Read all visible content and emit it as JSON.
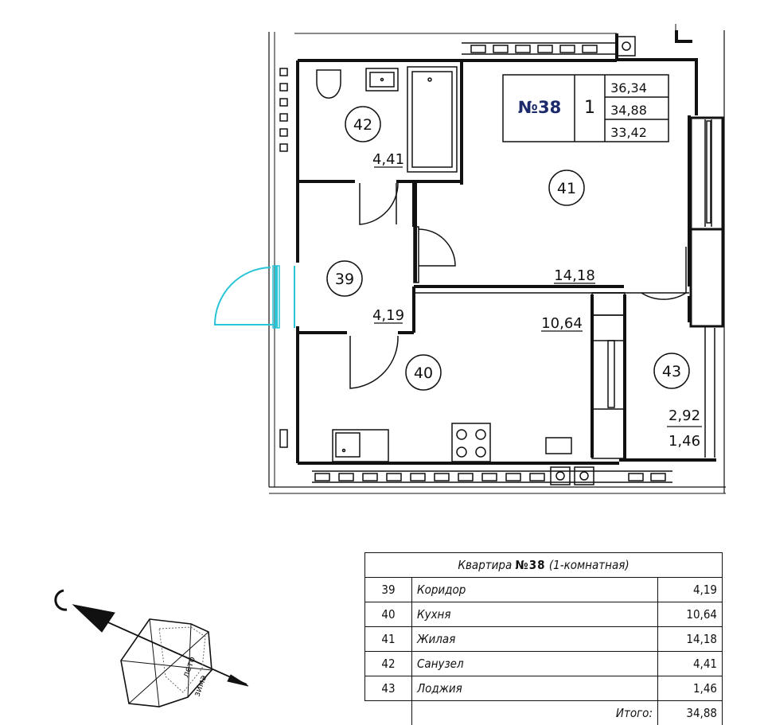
{
  "apartment": {
    "label": "№38",
    "rooms_count": "1",
    "areas": [
      "36,34",
      "34,88",
      "33,42"
    ]
  },
  "rooms": [
    {
      "no": "42",
      "area": "4,41"
    },
    {
      "no": "41",
      "area": "14,18"
    },
    {
      "no": "39",
      "area": "4,19"
    },
    {
      "no": "40",
      "area": "10,64"
    },
    {
      "no": "43",
      "area_total": "2,92",
      "area_reduced": "1,46"
    }
  ],
  "legend": {
    "caption_prefix": "Квартира",
    "caption_no": "№38",
    "caption_suffix": "(1-комнатная)",
    "rows": [
      {
        "no": "39",
        "name": "Коридор",
        "area": "4,19"
      },
      {
        "no": "40",
        "name": "Кухня",
        "area": "10,64"
      },
      {
        "no": "41",
        "name": "Жилая",
        "area": "14,18"
      },
      {
        "no": "42",
        "name": "Санузел",
        "area": "4,41"
      },
      {
        "no": "43",
        "name": "Лоджия",
        "area": "1,46"
      }
    ],
    "total_label": "Итого:",
    "total_value": "34,88"
  },
  "compass": {
    "summer_label": "лето",
    "winter_label": "зима"
  },
  "colors": {
    "ink": "#111111",
    "label_navy": "#1c2a6b",
    "entrance_door": "#29c4d6"
  }
}
